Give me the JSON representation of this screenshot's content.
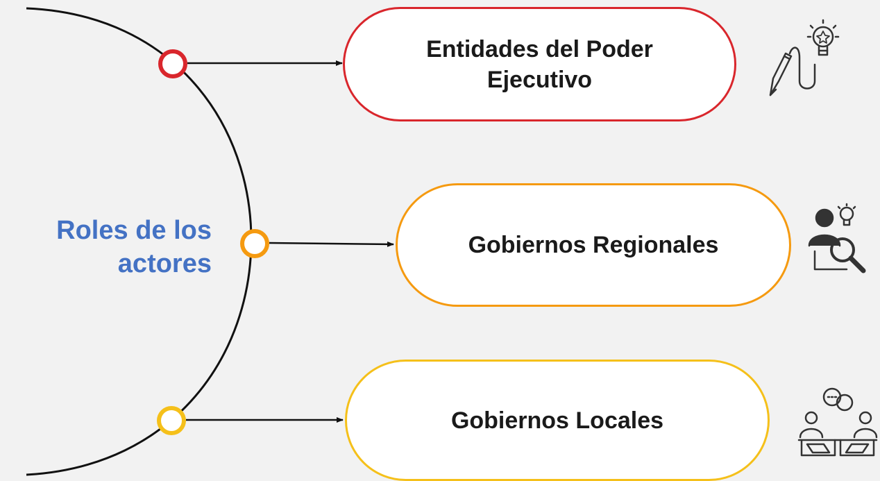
{
  "center_label": {
    "line1": "Roles de los",
    "line2": "actores"
  },
  "roles": [
    {
      "label": "Entidades del Poder Ejecutivo",
      "color": "#d9262c",
      "icon": "pencil-lightbulb-icon"
    },
    {
      "label": "Gobiernos Regionales",
      "color": "#f59a10",
      "icon": "person-idea-magnifier-icon"
    },
    {
      "label": "Gobiernos Locales",
      "color": "#f5c01a",
      "icon": "people-laptops-chat-icon"
    }
  ],
  "colors": {
    "background": "#f2f2f2",
    "title": "#4472c4",
    "line": "#111111"
  }
}
